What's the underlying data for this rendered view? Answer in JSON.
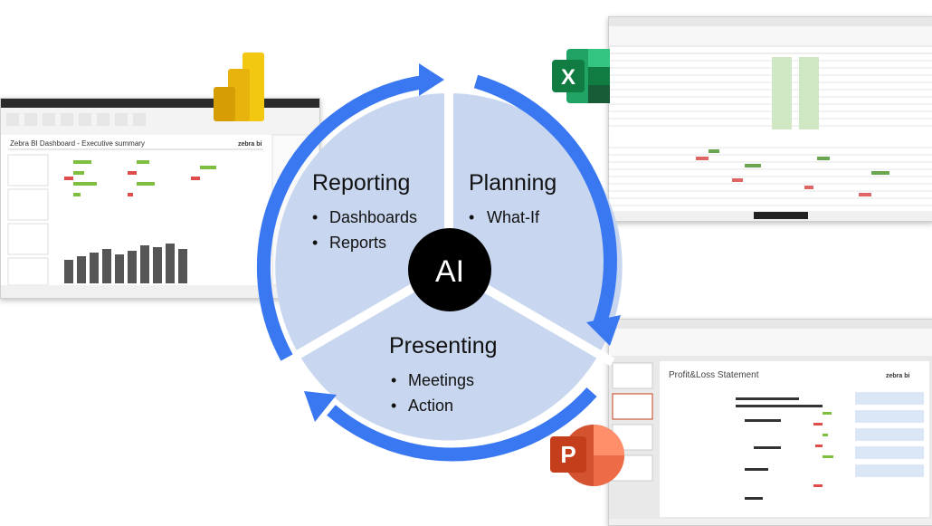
{
  "colors": {
    "ring": "#3a78f2",
    "sector_fill": "#c8d7ef",
    "sector_divider": "#ffffff",
    "center": "#000000",
    "center_text": "#ffffff",
    "powerbi": "#f2c811",
    "excel": "#107c41",
    "powerpoint": "#c43e1c"
  },
  "center": {
    "label": "AI"
  },
  "sectors": {
    "reporting": {
      "title": "Reporting",
      "bullets": [
        "Dashboards",
        "Reports"
      ]
    },
    "planning": {
      "title": "Planning",
      "bullets": [
        "What-If"
      ]
    },
    "presenting": {
      "title": "Presenting",
      "bullets": [
        "Meetings",
        "Action"
      ]
    }
  },
  "logos": {
    "excel": {
      "letter": "X",
      "icon": "excel-logo-icon"
    },
    "powerpoint": {
      "letter": "P",
      "icon": "powerpoint-logo-icon"
    },
    "powerbi": {
      "icon": "powerbi-logo-icon"
    }
  },
  "screenshots": {
    "powerbi": {
      "dashboard_title": "Zebra BI Dashboard - Executive summary",
      "brand": "zebra bi"
    },
    "powerpoint": {
      "slide_title": "Profit&Loss Statement",
      "brand": "zebra bi"
    }
  }
}
